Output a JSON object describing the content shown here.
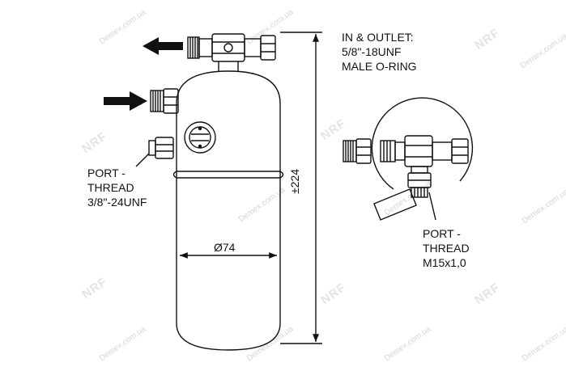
{
  "labels": {
    "in_outlet_line1": "IN & OUTLET:",
    "in_outlet_line2": "5/8\"-18UNF",
    "in_outlet_line3": "MALE O-RING",
    "port_left_line1": "PORT -",
    "port_left_line2": "THREAD",
    "port_left_line3": "3/8\"-24UNF",
    "port_right_line1": "PORT -",
    "port_right_line2": "THREAD",
    "port_right_line3": "M15x1,0",
    "diameter": "Ø74",
    "height": "±224"
  },
  "watermark": {
    "site": "Demex.com.ua",
    "logo": "NRF"
  },
  "colors": {
    "line": "#111111",
    "watermark": "#d6d6d6"
  }
}
